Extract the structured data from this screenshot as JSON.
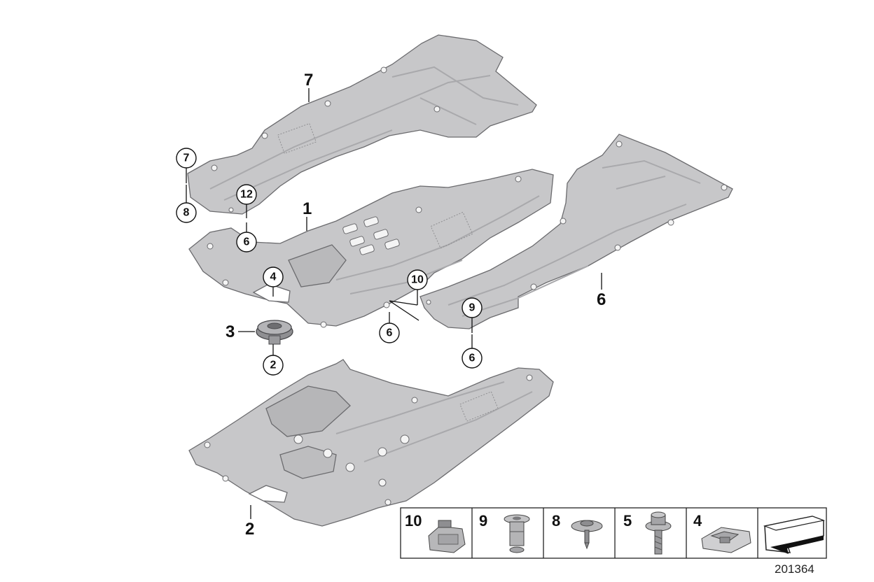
{
  "parts": {
    "panel_rear_left": "7",
    "panel_center": "1",
    "panel_right": "6",
    "panel_front": "2",
    "nut": "3"
  },
  "callouts": {
    "c7": "7",
    "c8": "8",
    "c12": "12",
    "c6a": "6",
    "c4": "4",
    "c10": "10",
    "c6b": "6",
    "c9": "9",
    "c6c": "6",
    "c2": "2"
  },
  "legend": {
    "items": [
      {
        "label": "10",
        "icon": "clip-nut-icon"
      },
      {
        "label": "9",
        "icon": "expanding-rivet-icon"
      },
      {
        "label": "8",
        "icon": "flange-screw-icon"
      },
      {
        "label": "5",
        "icon": "collar-bolt-icon"
      },
      {
        "label": "4",
        "icon": "spring-clip-icon"
      },
      {
        "label": "",
        "icon": "direction-arrow-icon"
      }
    ]
  },
  "reference_number": "201364"
}
